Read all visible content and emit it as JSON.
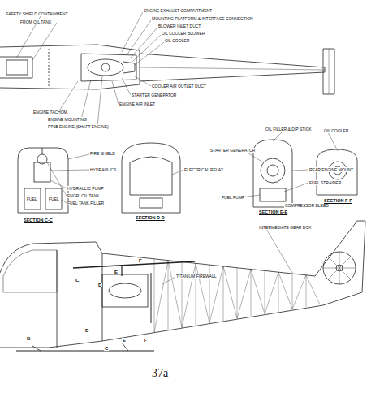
{
  "diagram": {
    "labels": [
      "SAFETY SHIELD CONTAINMENT",
      "FROM OIL TANK",
      "ENGINE EXHAUST COMPARTMENT",
      "MOUNTING PLATFORM & INTERFACE CONNECTION",
      "BLOWER INLET DUCT",
      "OIL COOLER BLOWER",
      "OIL COOLER",
      "COOLER AIR OUTLET DUCT",
      "STARTER GENERATOR",
      "ENGINE AIR INLET",
      "ENGINE TACHOM.",
      "ENGINE MOUNTING",
      "PT6B ENGINE (SHAFT ENGINE)",
      "FIRE SHIELD",
      "HYDRAULICS",
      "HYDRAULIC PUMP",
      "ENGR. OIL TANK",
      "FUEL TANK FILLER",
      "FUEL",
      "FUEL",
      "SECTION C-C",
      "ELECTRICAL RELAY",
      "SECTION D-D",
      "STARTER GENERATOR",
      "OIL FILLER & DIP STICK",
      "OIL COOLER",
      "REAR ENGINE MOUNT",
      "FUEL STRAINER",
      "FUEL PUMP",
      "COMPRESSOR BLEED",
      "SECTION E-E",
      "SECTION F-F",
      "INTERMEDIATE GEAR BOX",
      "TITANIUM FIREWALL",
      "37a",
      "F",
      "E",
      "D",
      "C",
      "B",
      "D",
      "C",
      "E",
      "F"
    ]
  }
}
